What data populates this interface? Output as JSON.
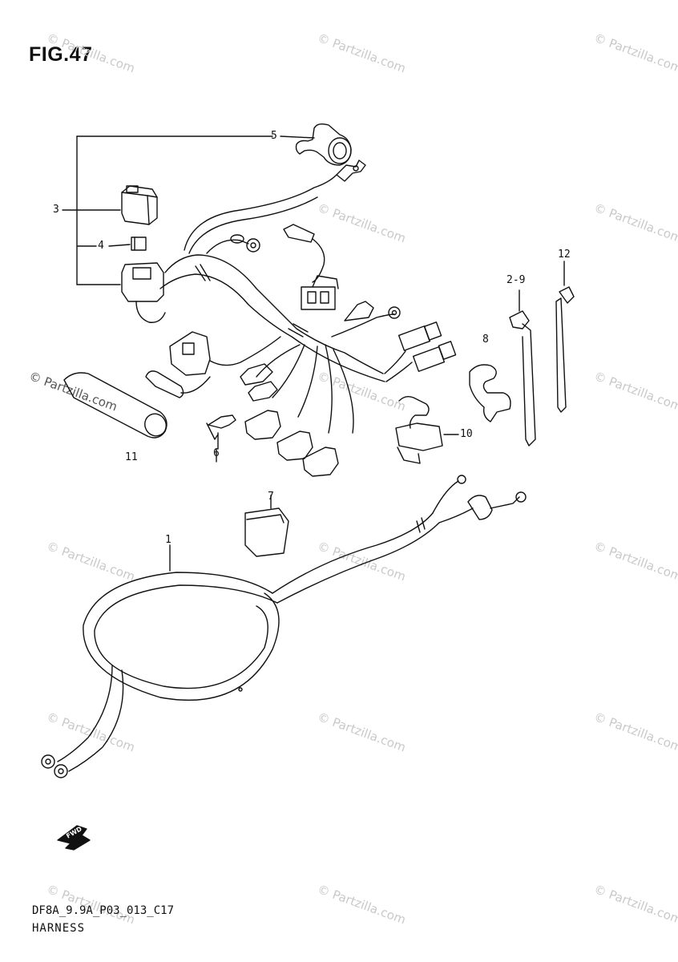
{
  "header": {
    "figure_title": "FIG.47"
  },
  "watermark": {
    "text": "© Partzilla.com"
  },
  "callouts": {
    "c1": "1",
    "c29": "2-9",
    "c3": "3",
    "c4": "4",
    "c5": "5",
    "c6": "6",
    "c7": "7",
    "c8": "8",
    "c10": "10",
    "c11": "11",
    "c12": "12"
  },
  "badges": {
    "fwd": "FWD"
  },
  "footer": {
    "drawing_code": "DF8A_9.9A_P03_013_C17",
    "caption": "HARNESS"
  }
}
